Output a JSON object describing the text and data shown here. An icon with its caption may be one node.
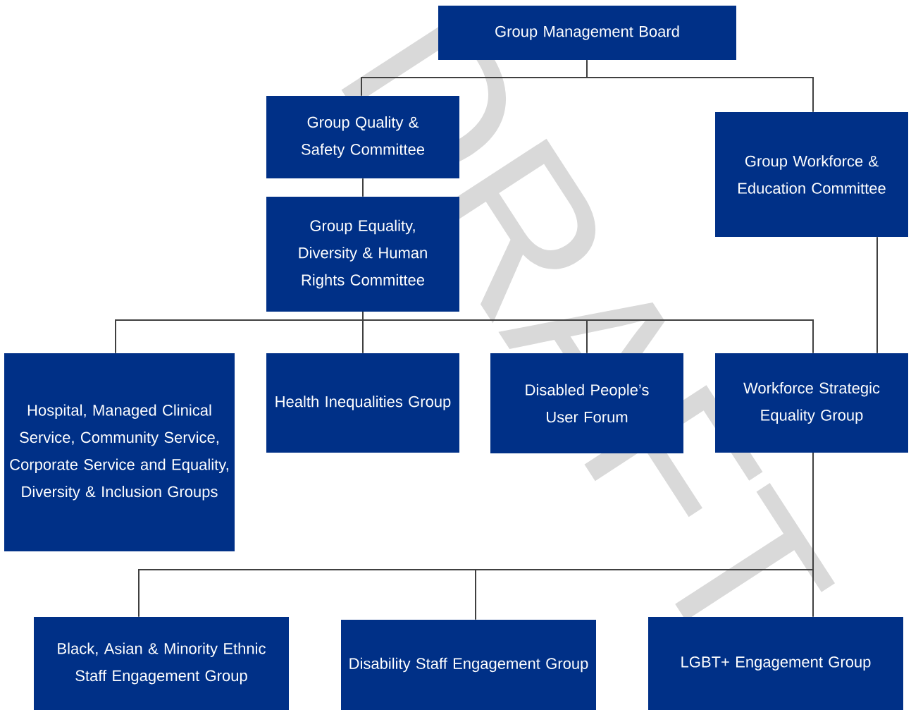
{
  "diagram": {
    "nodes": [
      {
        "text": [
          "Group Management Board"
        ]
      },
      {
        "text": [
          "Group Quality & Safety Committee"
        ]
      },
      {
        "text": [
          "Group Workforce & Education Committee"
        ]
      },
      {
        "text": [
          "Group Equality, Diversity & Human Rights Committee"
        ]
      },
      {
        "text": [
          "Hospital, Managed Clinical Service, Community Service, Corporate Service and Equality, Diversity & Inclusion Groups"
        ]
      },
      {
        "text": [
          "Health Inequalities Group"
        ]
      },
      {
        "text": [
          "Disabled People’s User Forum"
        ]
      },
      {
        "text": [
          "Workforce Strategic Equality Group"
        ]
      },
      {
        "text": [
          "Black, Asian & Minority Ethnic Staff Engagement Group"
        ]
      },
      {
        "text": [
          "Disability Staff Engagement Group"
        ]
      },
      {
        "text": [
          "LGBT+ Engagement Group"
        ]
      }
    ],
    "edges": [
      {
        "from": 0,
        "to": 1,
        "arrow": "none"
      },
      {
        "from": 0,
        "to": 2,
        "arrow": "none"
      },
      {
        "from": 1,
        "to": 3,
        "arrow": "none"
      },
      {
        "from": 3,
        "to": 4,
        "arrow": "none"
      },
      {
        "from": 3,
        "to": 5,
        "arrow": "none"
      },
      {
        "from": 3,
        "to": 6,
        "arrow": "none"
      },
      {
        "from": 3,
        "to": 7,
        "arrow": "none"
      },
      {
        "from": 2,
        "to": 7,
        "arrow": "none"
      },
      {
        "from": 7,
        "to": 8,
        "arrow": "none"
      },
      {
        "from": 7,
        "to": 9,
        "arrow": "none"
      },
      {
        "from": 7,
        "to": 10,
        "arrow": "none"
      }
    ],
    "labels": [
      "DRAFT"
    ]
  }
}
